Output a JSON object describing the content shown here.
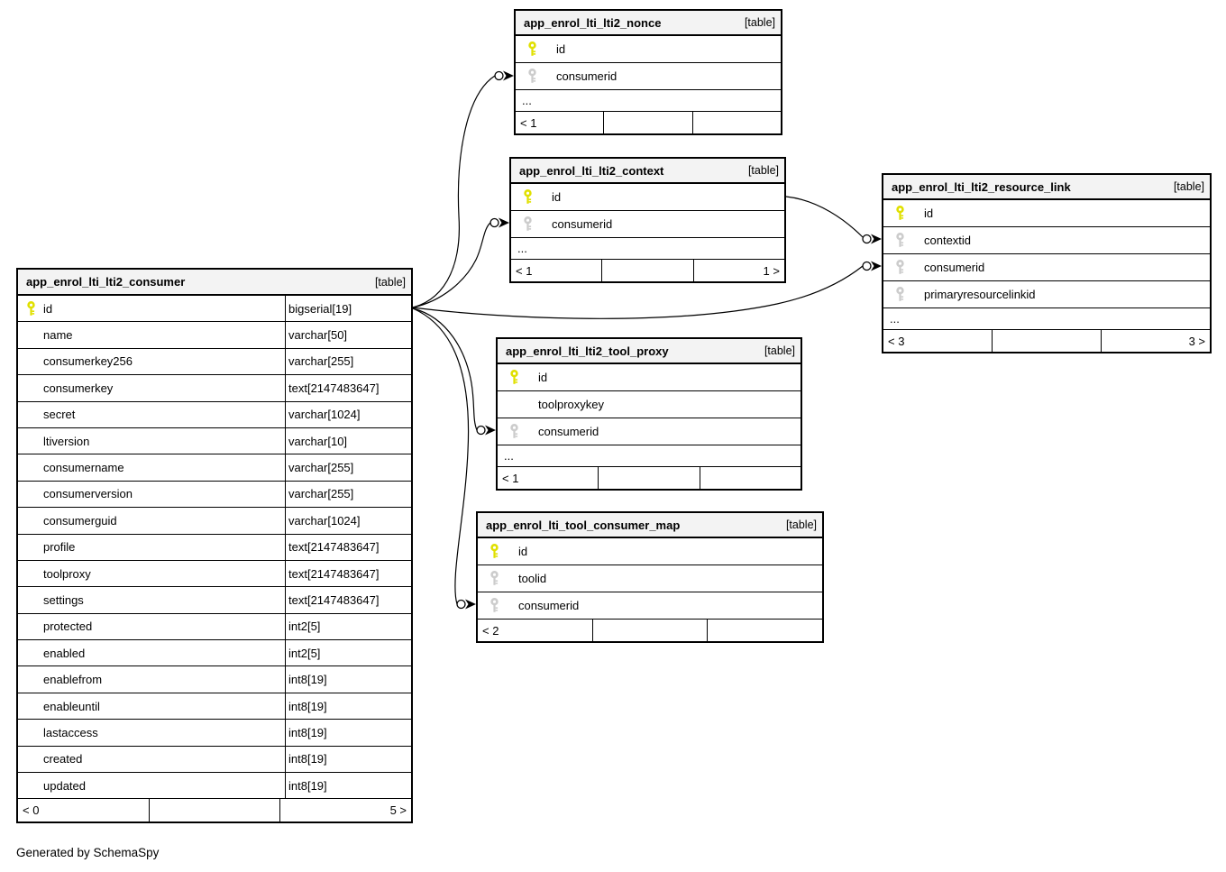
{
  "note": "Generated by SchemaSpy",
  "colors": {
    "header_background": "#f3f3f3",
    "primary_key": "#e0e000",
    "foreign_key": "#cccccc",
    "border": "#000000"
  },
  "tables": [
    {
      "name": "app_enrol_lti_lti2_nonce",
      "tag": "[table]",
      "columns": [
        {
          "name": "id",
          "key": "pk"
        },
        {
          "name": "consumerid",
          "key": "fk"
        }
      ],
      "has_ellipsis": true,
      "footer": {
        "left": "< 1",
        "middle": "",
        "right": ""
      }
    },
    {
      "name": "app_enrol_lti_lti2_context",
      "tag": "[table]",
      "columns": [
        {
          "name": "id",
          "key": "pk"
        },
        {
          "name": "consumerid",
          "key": "fk"
        }
      ],
      "has_ellipsis": true,
      "footer": {
        "left": "< 1",
        "middle": "",
        "right": "1 >"
      }
    },
    {
      "name": "app_enrol_lti_lti2_resource_link",
      "tag": "[table]",
      "columns": [
        {
          "name": "id",
          "key": "pk"
        },
        {
          "name": "contextid",
          "key": "fk"
        },
        {
          "name": "consumerid",
          "key": "fk"
        },
        {
          "name": "primaryresourcelinkid",
          "key": "fk"
        }
      ],
      "has_ellipsis": true,
      "footer": {
        "left": "< 3",
        "middle": "",
        "right": "3 >"
      }
    },
    {
      "name": "app_enrol_lti_lti2_consumer",
      "tag": "[table]",
      "has_types": true,
      "columns": [
        {
          "name": "id",
          "key": "pk",
          "type": "bigserial[19]"
        },
        {
          "name": "name",
          "type": "varchar[50]"
        },
        {
          "name": "consumerkey256",
          "type": "varchar[255]"
        },
        {
          "name": "consumerkey",
          "type": "text[2147483647]"
        },
        {
          "name": "secret",
          "type": "varchar[1024]"
        },
        {
          "name": "ltiversion",
          "type": "varchar[10]"
        },
        {
          "name": "consumername",
          "type": "varchar[255]"
        },
        {
          "name": "consumerversion",
          "type": "varchar[255]"
        },
        {
          "name": "consumerguid",
          "type": "varchar[1024]"
        },
        {
          "name": "profile",
          "type": "text[2147483647]"
        },
        {
          "name": "toolproxy",
          "type": "text[2147483647]"
        },
        {
          "name": "settings",
          "type": "text[2147483647]"
        },
        {
          "name": "protected",
          "type": "int2[5]"
        },
        {
          "name": "enabled",
          "type": "int2[5]"
        },
        {
          "name": "enablefrom",
          "type": "int8[19]"
        },
        {
          "name": "enableuntil",
          "type": "int8[19]"
        },
        {
          "name": "lastaccess",
          "type": "int8[19]"
        },
        {
          "name": "created",
          "type": "int8[19]"
        },
        {
          "name": "updated",
          "type": "int8[19]"
        }
      ],
      "has_ellipsis": false,
      "footer": {
        "left": "< 0",
        "middle": "",
        "right": "5 >"
      }
    },
    {
      "name": "app_enrol_lti_lti2_tool_proxy",
      "tag": "[table]",
      "columns": [
        {
          "name": "id",
          "key": "pk"
        },
        {
          "name": "toolproxykey"
        },
        {
          "name": "consumerid",
          "key": "fk"
        }
      ],
      "has_ellipsis": true,
      "footer": {
        "left": "< 1",
        "middle": "",
        "right": ""
      }
    },
    {
      "name": "app_enrol_lti_tool_consumer_map",
      "tag": "[table]",
      "columns": [
        {
          "name": "id",
          "key": "pk"
        },
        {
          "name": "toolid",
          "key": "fk"
        },
        {
          "name": "consumerid",
          "key": "fk"
        }
      ],
      "has_ellipsis": false,
      "footer": {
        "left": "< 2",
        "middle": "",
        "right": ""
      }
    }
  ],
  "relationships": [
    {
      "from": "app_enrol_lti_lti2_consumer.id",
      "to": "app_enrol_lti_lti2_nonce.consumerid"
    },
    {
      "from": "app_enrol_lti_lti2_consumer.id",
      "to": "app_enrol_lti_lti2_context.consumerid"
    },
    {
      "from": "app_enrol_lti_lti2_consumer.id",
      "to": "app_enrol_lti_lti2_resource_link.consumerid"
    },
    {
      "from": "app_enrol_lti_lti2_consumer.id",
      "to": "app_enrol_lti_lti2_tool_proxy.consumerid"
    },
    {
      "from": "app_enrol_lti_lti2_consumer.id",
      "to": "app_enrol_lti_tool_consumer_map.consumerid"
    },
    {
      "from": "app_enrol_lti_lti2_context.id",
      "to": "app_enrol_lti_lti2_resource_link.contextid"
    }
  ]
}
